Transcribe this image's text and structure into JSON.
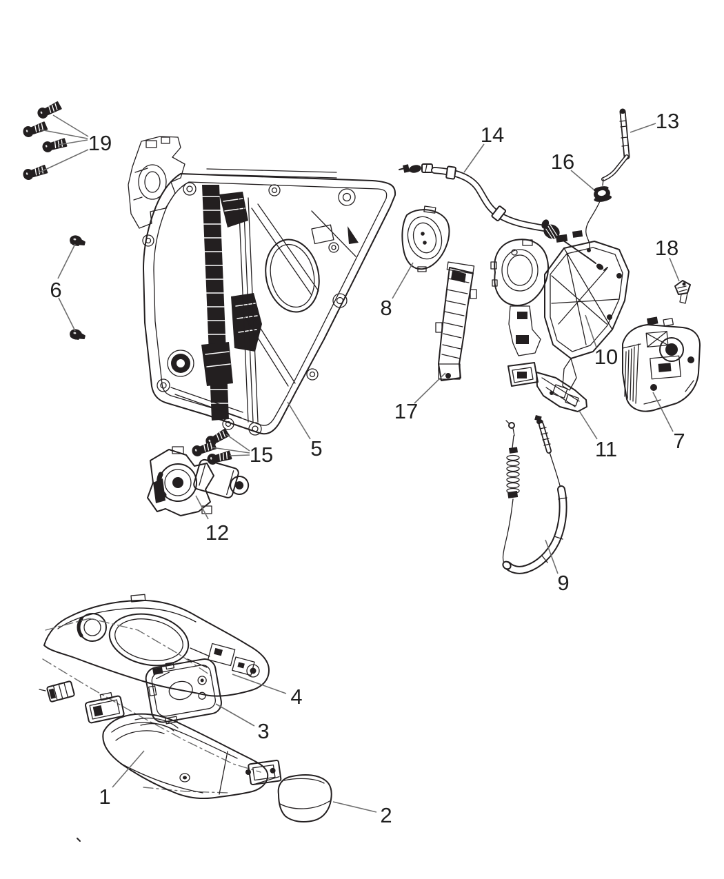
{
  "figure": {
    "background_color": "#ffffff",
    "line_color": "#231f20",
    "leader_line_color": "#6e6e6e"
  },
  "callouts": [
    {
      "label": "1"
    },
    {
      "label": "2"
    },
    {
      "label": "3"
    },
    {
      "label": "4"
    },
    {
      "label": "5"
    },
    {
      "label": "6"
    },
    {
      "label": "7"
    },
    {
      "label": "8"
    },
    {
      "label": "9"
    },
    {
      "label": "10"
    },
    {
      "label": "11"
    },
    {
      "label": "12"
    },
    {
      "label": "13"
    },
    {
      "label": "14"
    },
    {
      "label": "15"
    },
    {
      "label": "16"
    },
    {
      "label": "17"
    },
    {
      "label": "18"
    },
    {
      "label": "19"
    }
  ]
}
